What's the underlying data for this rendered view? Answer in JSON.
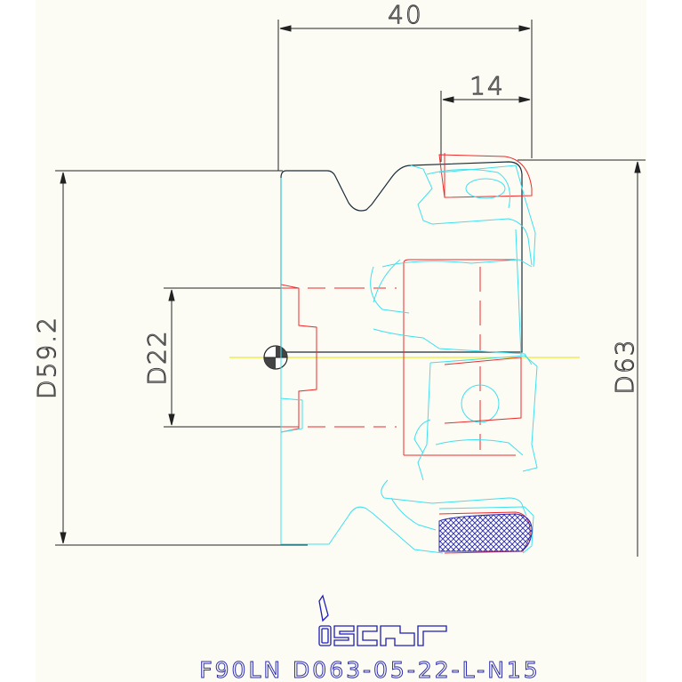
{
  "dimensions": {
    "width_40": "40",
    "width_14": "14",
    "diameter_59_2": "D59.2",
    "diameter_22": "D22",
    "diameter_63": "D63"
  },
  "brand": {
    "logo_text": "iscar",
    "logo_color": "#1d1db8"
  },
  "product": {
    "designation": "F90LN D063-05-22-L-N15"
  },
  "colors": {
    "outline": "#1c2d3a",
    "dimension": "#222222",
    "cutter_cyan": "#3fe0ee",
    "insert_red": "#ee2a2a",
    "hatch": "#2a2ab0",
    "centerline": "#e6e600"
  }
}
